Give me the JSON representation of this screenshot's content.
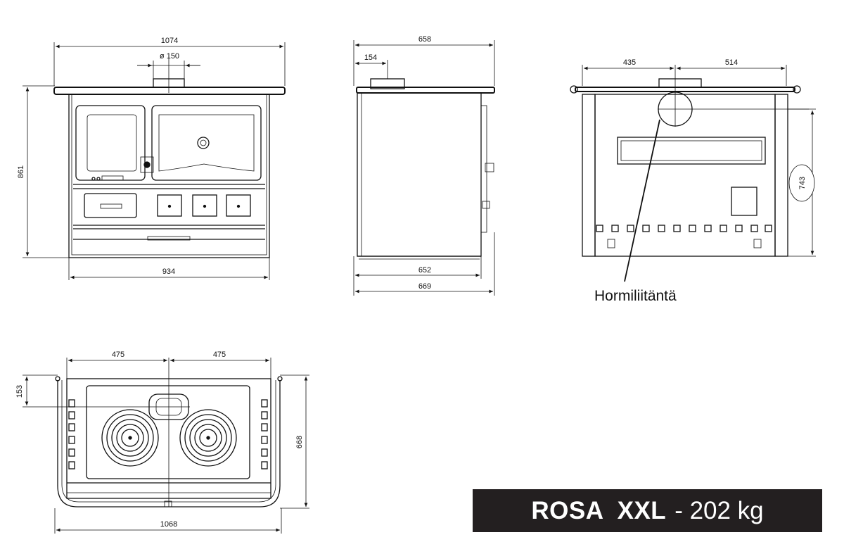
{
  "front_view": {
    "dim_top_width": "1074",
    "dim_flue_diameter": "ø 150",
    "dim_height": "861",
    "dim_bottom_width": "934"
  },
  "side_view": {
    "dim_top_depth": "658",
    "dim_flue_offset": "154",
    "dim_body_depth": "652",
    "dim_total_depth": "669"
  },
  "rear_view": {
    "dim_left_offset": "435",
    "dim_right_offset": "514",
    "dim_flue_height": "743",
    "callout_label": "Hormiliitäntä"
  },
  "top_view": {
    "dim_left_half": "475",
    "dim_right_half": "475",
    "dim_flue_offset": "153",
    "dim_depth": "668",
    "dim_width": "1068"
  },
  "banner": {
    "model": "ROSA  XXL",
    "weight": "- 202 kg"
  }
}
